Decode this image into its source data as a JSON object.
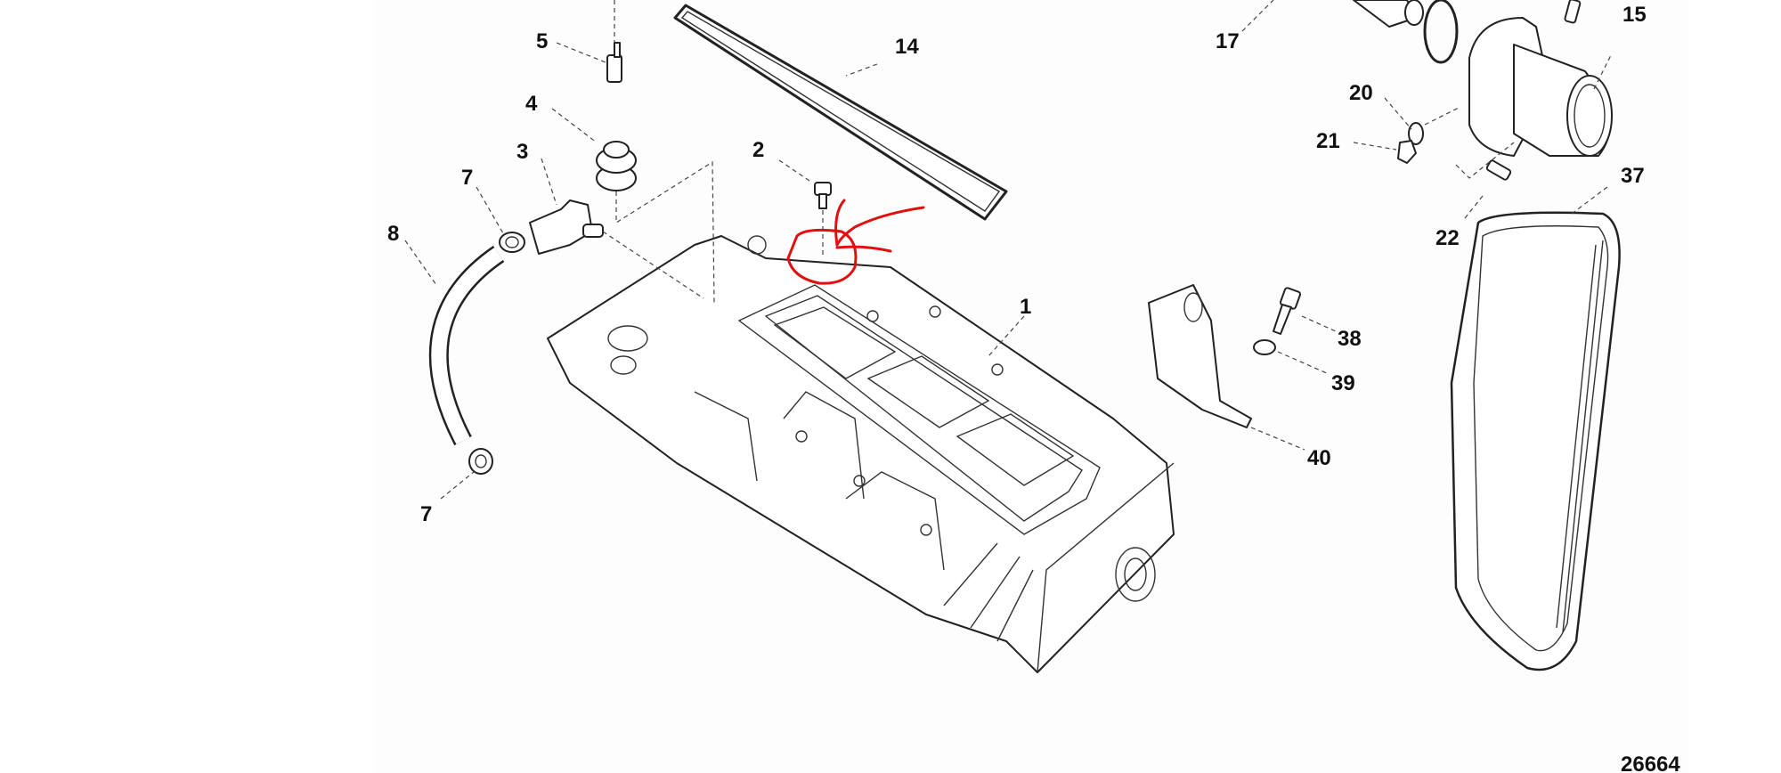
{
  "diagram": {
    "figure_number": "26664",
    "labels": {
      "p1": "1",
      "p2": "2",
      "p3": "3",
      "p4": "4",
      "p5": "5",
      "p7a": "7",
      "p7b": "7",
      "p8": "8",
      "p14": "14",
      "p15": "15",
      "p17": "17",
      "p20": "20",
      "p21": "21",
      "p22": "22",
      "p37": "37",
      "p38": "38",
      "p39": "39",
      "p40": "40"
    },
    "annotation_color": "#e01010"
  }
}
